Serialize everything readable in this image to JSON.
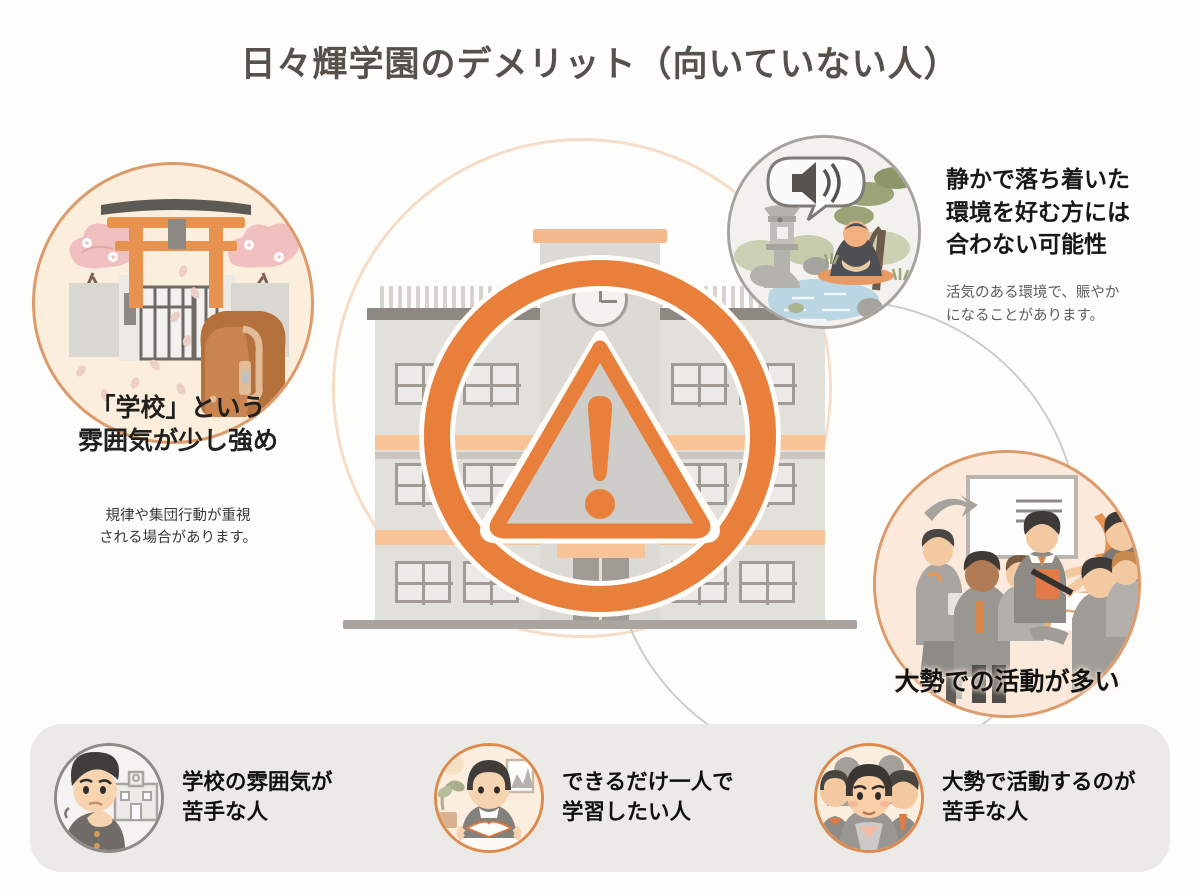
{
  "page": {
    "title": "日々輝学園のデメリット（向いていない人）",
    "title_color": "#57514b",
    "background_color": "#fdfdfc",
    "accent_orange": "#e8803c",
    "accent_peach": "#f8c396",
    "accent_gray": "#8e8a85",
    "bottom_bar_color": "#eceae7"
  },
  "center": {
    "icon": "warning-triangle-exclamation-icon",
    "backdrop_icon": "school-building-illustration"
  },
  "callouts": [
    {
      "id": "school-atmosphere",
      "illustration": "torii-gate-school-gate-cherry-blossom-randoseru-illustration",
      "label": "「学校」という\n雰囲気が少し強め",
      "label_line1": "「学校」という",
      "label_line2": "雰囲気が少し強め",
      "sub_line1": "規律や集団行動が重視",
      "sub_line2": "される場合があります。",
      "border_color": "#dd9a6a",
      "fill_color": "#fbeedd"
    },
    {
      "id": "quiet-environment",
      "illustration": "zen-garden-meditating-monk-stone-lantern-pond-speaker-icon",
      "label_line1": "静かで落ち着いた",
      "label_line2": "環境を好む方には",
      "label_line3": "合わない可能性",
      "sub_line1": "活気のある環境で、賑やか",
      "sub_line2": "になることがあります。",
      "border_color": "#a6a29c",
      "fill_color": "#f2f1ee"
    },
    {
      "id": "group-activity",
      "illustration": "group-classroom-discussion-students-whiteboard-teacher-illustration",
      "label": "大勢での活動が多い",
      "border_color": "#dd9a6a",
      "fill_color": "#fbeadb"
    }
  ],
  "bottom_bar": {
    "items": [
      {
        "id": "dislikes-school-atmosphere",
        "icon": "worried-student-with-school-building-icon",
        "accent": false,
        "line1": "学校の雰囲気が",
        "line2": "苦手な人"
      },
      {
        "id": "prefers-solo-study",
        "icon": "student-reading-book-alone-icon",
        "accent": true,
        "line1": "できるだけ一人で",
        "line2": "学習したい人"
      },
      {
        "id": "dislikes-group-activity",
        "icon": "crowd-of-students-uncomfortable-icon",
        "accent": true,
        "line1": "大勢で活動するのが",
        "line2": "苦手な人"
      }
    ]
  }
}
